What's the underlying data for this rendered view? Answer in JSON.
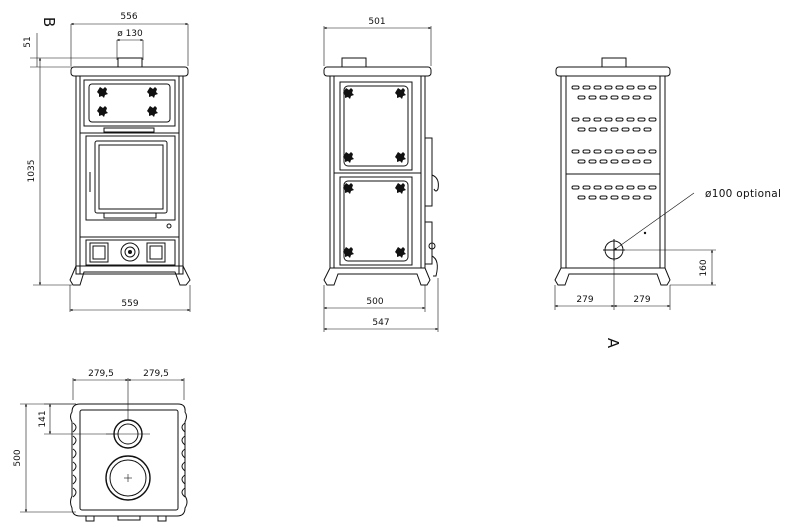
{
  "view_letters": {
    "side_b": "B",
    "rear_a": "A"
  },
  "front_view": {
    "width_top": "556",
    "flue_diameter": "ø 130",
    "top_offset": "51",
    "height": "1035",
    "width_base": "559"
  },
  "side_view": {
    "depth_top": "501",
    "depth_body": "500",
    "depth_overall": "547"
  },
  "rear_view": {
    "half_left": "279",
    "half_right": "279",
    "inlet_height": "160",
    "inlet_note": "ø100 optional"
  },
  "top_view": {
    "half_left": "279,5",
    "half_right": "279,5",
    "flue_offset": "141",
    "depth": "500"
  },
  "colors": {
    "line": "#111111",
    "background": "#ffffff"
  }
}
